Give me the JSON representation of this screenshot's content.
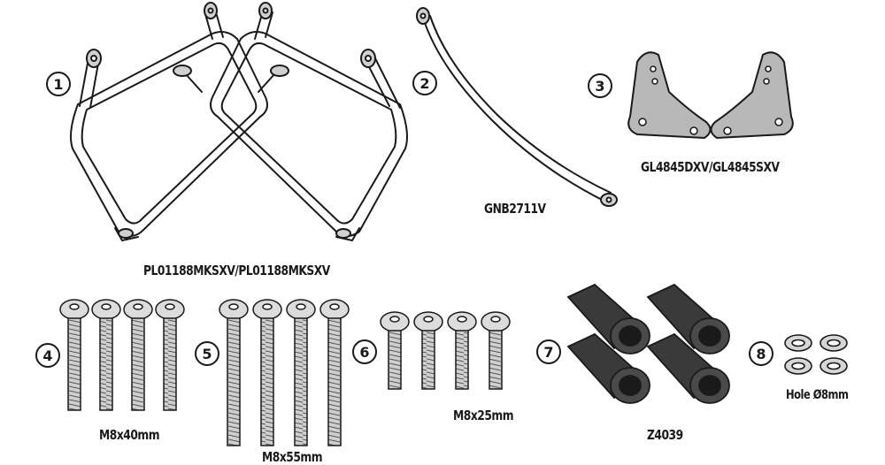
{
  "parts": [
    {
      "number": "1",
      "label": "PL01188MKSXV/PL01188MKSXV"
    },
    {
      "number": "2",
      "label": "GNB2711V"
    },
    {
      "number": "3",
      "label": "GL4845DXV/GL4845SXV"
    },
    {
      "number": "4",
      "label": "M8x40mm"
    },
    {
      "number": "5",
      "label": "M8x55mm"
    },
    {
      "number": "6",
      "label": "M8x25mm"
    },
    {
      "number": "7",
      "label": "Z4039"
    },
    {
      "number": "8",
      "label": "Hole Ø8mm"
    }
  ],
  "colors": {
    "outline": "#1a1a1a",
    "metal_fill": "#c8c8c8",
    "spacer_fill": "#3a3a3a",
    "background": "#ffffff"
  }
}
